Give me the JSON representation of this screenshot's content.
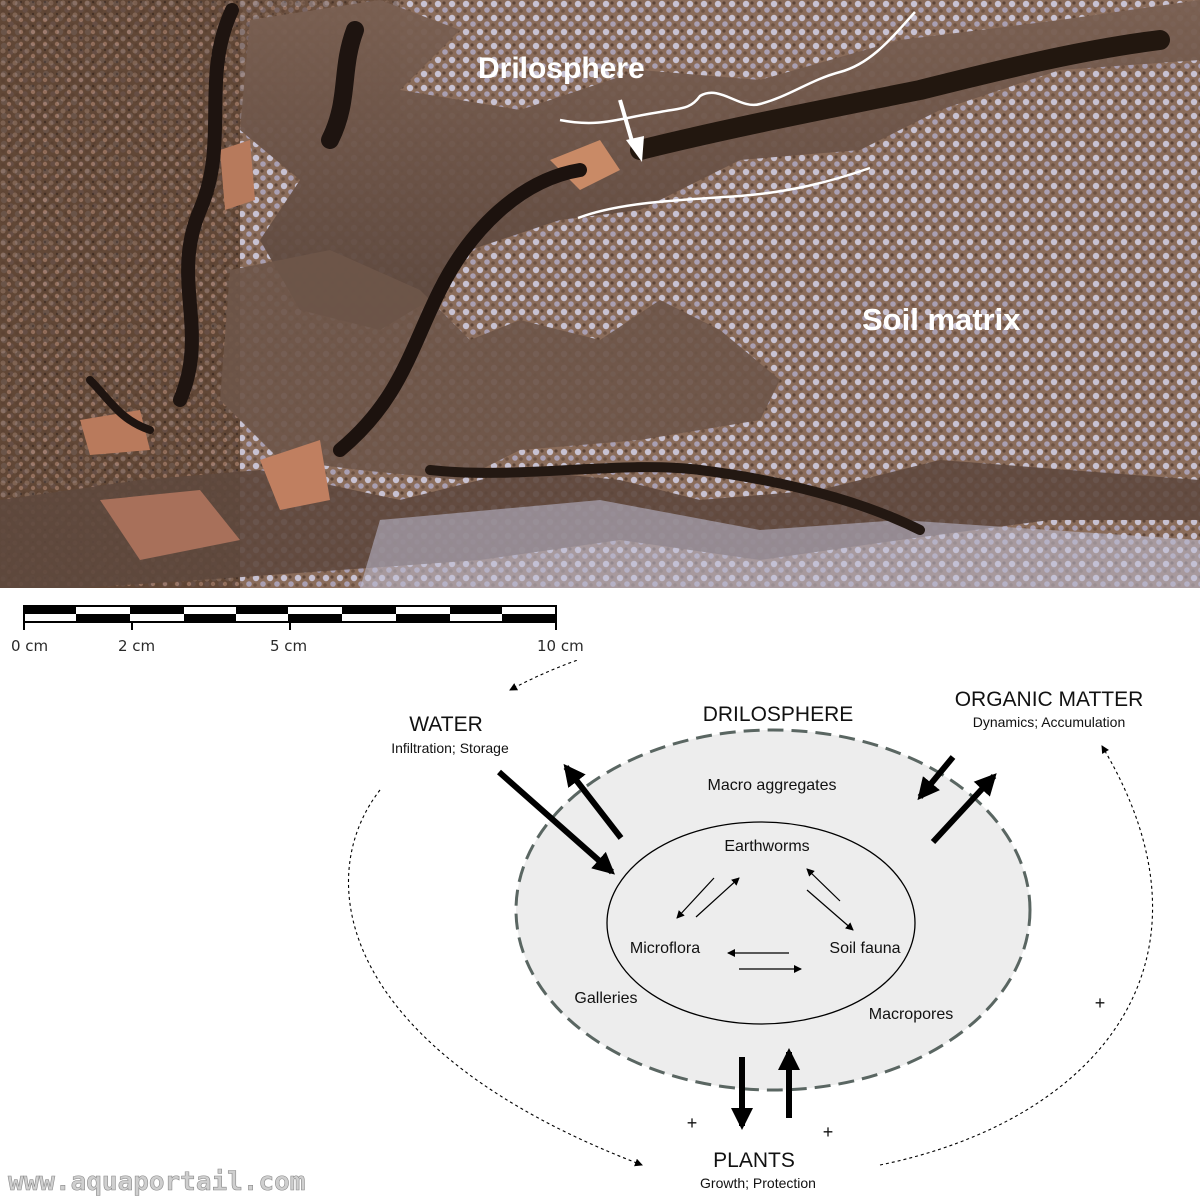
{
  "photo": {
    "label_drilosphere": "Drilosphere",
    "label_soil_matrix": "Soil matrix"
  },
  "scale_bar": {
    "ticks": [
      "0 cm",
      "2 cm",
      "5 cm",
      "10 cm"
    ]
  },
  "diagram": {
    "title": "DRILOSPHERE",
    "water": {
      "title": "WATER",
      "subtitle": "Infiltration; Storage"
    },
    "organic_matter": {
      "title": "ORGANIC MATTER",
      "subtitle": "Dynamics; Accumulation"
    },
    "plants": {
      "title": "PLANTS",
      "subtitle": "Growth; Protection"
    },
    "macro_aggregates": "Macro aggregates",
    "earthworms": "Earthworms",
    "microflora": "Microflora",
    "soil_fauna": "Soil fauna",
    "galleries": "Galleries",
    "macropores": "Macropores",
    "plus_sign": "+"
  },
  "watermark": "www.aquaportail.com",
  "colors": {
    "soil_dark": "#4a3426",
    "soil_mid": "#7a5f4f",
    "soil_light": "#b9b5c8",
    "cast_brown": "#6b5448",
    "dashed_ellipse": "#5a6662",
    "ellipse_fill": "#ededed"
  }
}
